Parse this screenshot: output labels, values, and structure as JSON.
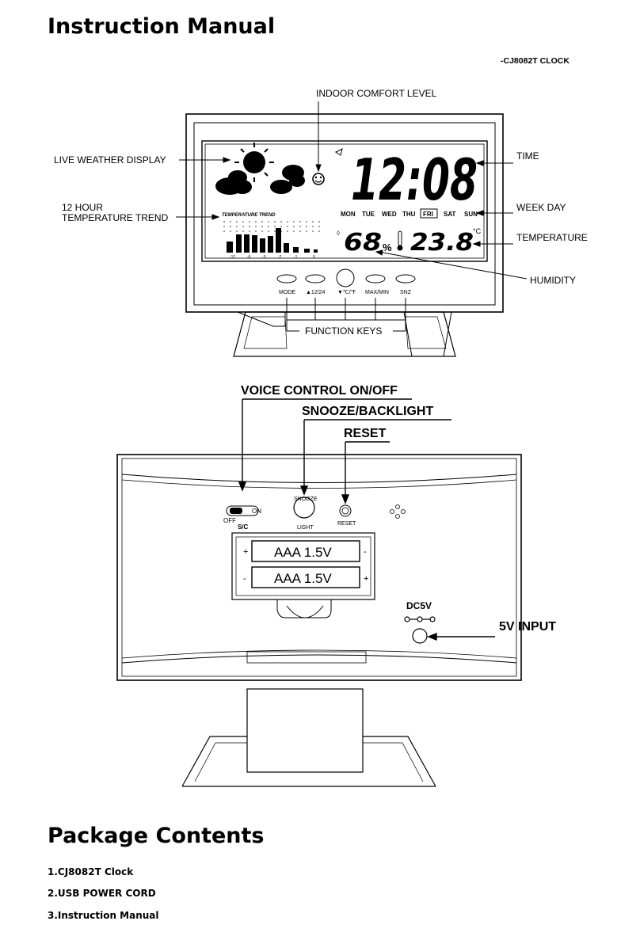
{
  "page": {
    "title": "Instruction Manual",
    "model": "-CJ8082T CLOCK"
  },
  "front_diagram": {
    "callouts": {
      "indoor_comfort_level": "INDOOR COMFORT LEVEL",
      "live_weather_display": "LIVE WEATHER DISPLAY",
      "temperature_trend_line1": "12 HOUR",
      "temperature_trend_line2": "TEMPERATURE TREND",
      "time": "TIME",
      "week_day": "WEEK DAY",
      "temperature": "TEMPERATURE",
      "humidity": "HUMIDITY",
      "function_keys": "FUNCTION KEYS"
    },
    "lcd": {
      "time": "12:08",
      "weekdays": [
        "MON",
        "TUE",
        "WED",
        "THU",
        "FRI",
        "SAT",
        "SUN"
      ],
      "active_weekday": "FRI",
      "humidity": "68",
      "humidity_unit": "%",
      "temperature": "23.8",
      "temperature_unit": "°C",
      "trend_label": "TEMPERATURE  TREND",
      "trend_axis": [
        "-12",
        "-6",
        "-3",
        "-2",
        "-1",
        "0"
      ]
    },
    "keys": [
      "MODE",
      "▲12/24",
      "▼℃/℉",
      "MAX/MIN",
      "SNZ"
    ]
  },
  "back_diagram": {
    "callouts": {
      "voice_control": "VOICE CONTROL ON/OFF",
      "snooze_backlight": "SNOOZE/BACKLIGHT",
      "reset": "RESET",
      "power_input": "5V INPUT"
    },
    "switch": {
      "off": "OFF",
      "on": "ON",
      "label": "S/C"
    },
    "snooze_button": {
      "top": "SNOOZE",
      "bottom": "LIGHT"
    },
    "reset_button": "RESET",
    "batteries": [
      "AAA 1.5V",
      "AAA 1.5V"
    ],
    "dc_label": "DC5V"
  },
  "package": {
    "heading": "Package Contents",
    "items": [
      "1.CJ8082T Clock",
      "2.USB POWER CORD",
      "3.Instruction Manual"
    ]
  }
}
